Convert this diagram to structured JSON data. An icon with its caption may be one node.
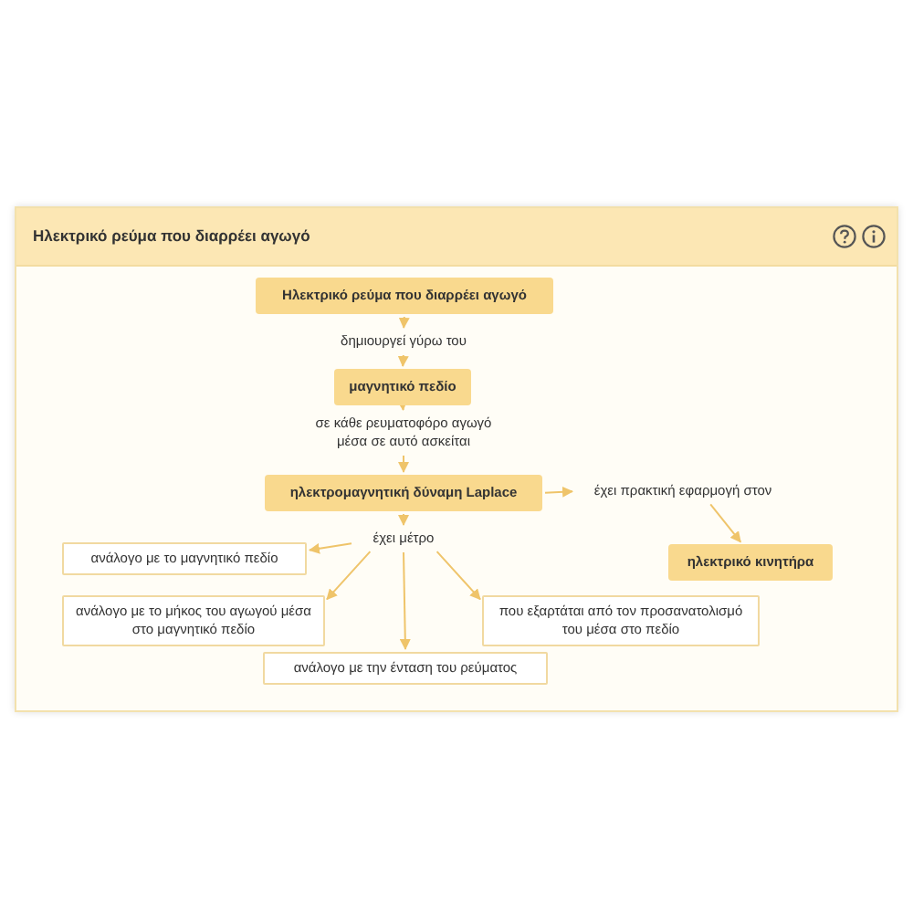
{
  "diagram": {
    "title": "Ηλεκτρικό ρεύμα που διαρρέει αγωγό",
    "nodes": [
      {
        "text": [
          "Ηλεκτρικό ρεύμα που διαρρέει αγωγό"
        ]
      },
      {
        "text": [
          "δημιουργεί γύρω του"
        ]
      },
      {
        "text": [
          "μαγνητικό πεδίο"
        ]
      },
      {
        "text": [
          "σε κάθε ρευματοφόρο αγωγό μέσα σε αυτό ασκείται"
        ]
      },
      {
        "text": [
          "ηλεκτρομαγνητική δύναμη Laplace"
        ]
      },
      {
        "text": [
          "έχει πρακτική εφαρμογή στον"
        ]
      },
      {
        "text": [
          "ηλεκτρικό κινητήρα"
        ]
      },
      {
        "text": [
          "έχει μέτρο"
        ]
      },
      {
        "text": [
          "ανάλογο με το μαγνητικό πεδίο"
        ]
      },
      {
        "text": [
          "ανάλογο με το μήκος του αγωγού μέσα στο μαγνητικό πεδίο"
        ]
      },
      {
        "text": [
          "που εξαρτάται από τον προσανατολισμό του μέσα στο πεδίο"
        ]
      },
      {
        "text": [
          "ανάλογο με την ένταση του ρεύματος"
        ]
      }
    ],
    "edges": [
      {
        "from": 0,
        "to": 1,
        "arrow": "to"
      },
      {
        "from": 1,
        "to": 2,
        "arrow": "to"
      },
      {
        "from": 2,
        "to": 3,
        "arrow": "to"
      },
      {
        "from": 3,
        "to": 4,
        "arrow": "to"
      },
      {
        "from": 4,
        "to": 5,
        "arrow": "to"
      },
      {
        "from": 5,
        "to": 6,
        "arrow": "to"
      },
      {
        "from": 4,
        "to": 7,
        "arrow": "to"
      },
      {
        "from": 7,
        "to": 8,
        "arrow": "to"
      },
      {
        "from": 7,
        "to": 9,
        "arrow": "to"
      },
      {
        "from": 7,
        "to": 10,
        "arrow": "to"
      },
      {
        "from": 7,
        "to": 11,
        "arrow": "to"
      }
    ]
  }
}
